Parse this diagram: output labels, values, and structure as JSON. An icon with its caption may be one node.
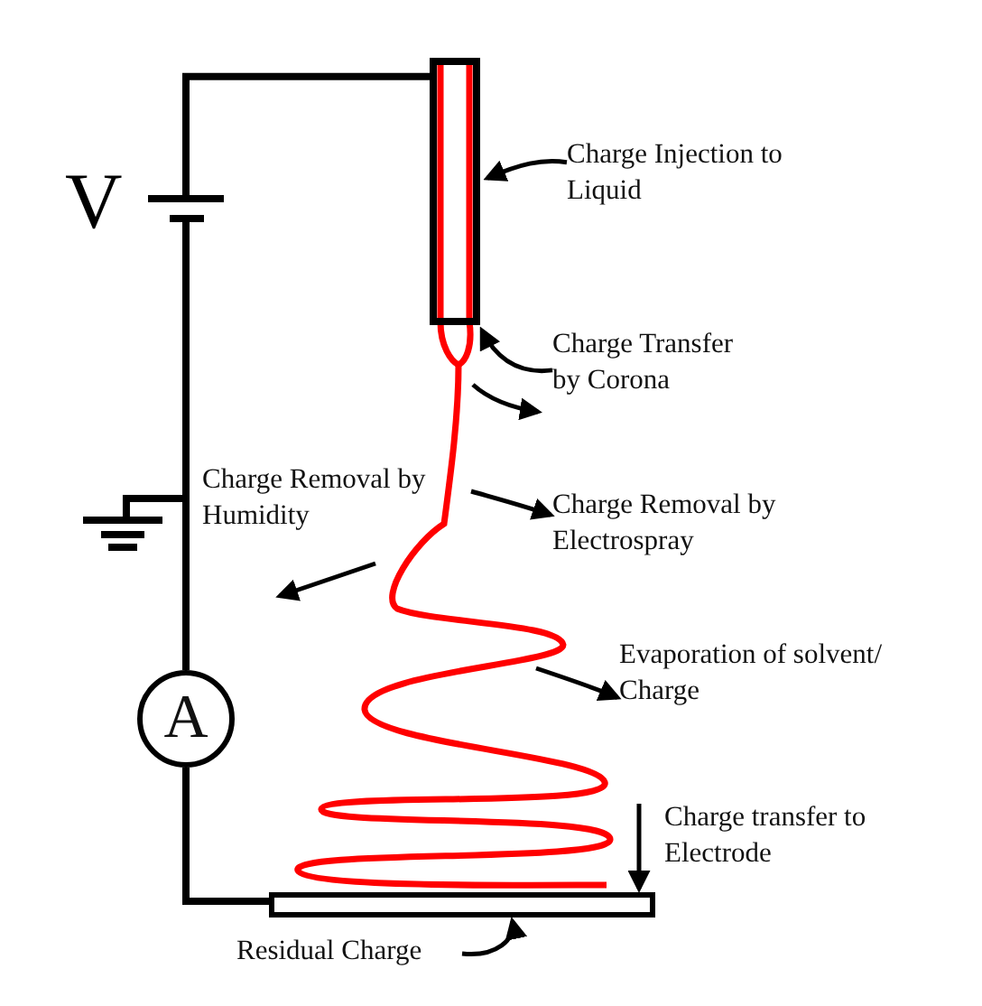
{
  "diagram": {
    "nodes": [
      {
        "text": [],
        "shape": "box"
      },
      {
        "text": [
          "Charge Injection to Liquid"
        ]
      },
      {
        "text": [],
        "shape": "battery"
      },
      {
        "text": [
          "Charge Transfer by Corona"
        ]
      },
      {
        "text": [
          "Charge Removal by Humidity"
        ]
      },
      {
        "text": [],
        "shape": "ground"
      },
      {
        "text": [
          "Charge Removal by Electrospray"
        ]
      },
      {
        "text": [
          "Evaporation of solvent/ Charge"
        ]
      },
      {
        "text": [
          "A"
        ]
      },
      {
        "text": [
          "Charge transfer to Electrode"
        ]
      },
      {
        "text": [],
        "shape": "bar"
      },
      {
        "text": [
          "Residual Charge"
        ]
      }
    ],
    "edges": [
      {
        "from": 8,
        "to": 2,
        "arrow": "none"
      },
      {
        "from": 2,
        "to": 0,
        "arrow": "none"
      },
      {
        "from": 5,
        "to": 8,
        "arrow": "none"
      },
      {
        "from": 8,
        "to": 10,
        "arrow": "none"
      },
      {
        "from": 1,
        "to": 0,
        "arrow": "to"
      },
      {
        "from": 3,
        "to": 0,
        "arrow": "to"
      },
      {
        "from": null,
        "to": 6,
        "arrow": "to"
      },
      {
        "from": null,
        "to": 7,
        "arrow": "to"
      },
      {
        "from": 9,
        "to": 10,
        "arrow": "to"
      },
      {
        "from": 11,
        "to": 10,
        "arrow": "to"
      }
    ],
    "labels": [
      "V"
    ]
  }
}
